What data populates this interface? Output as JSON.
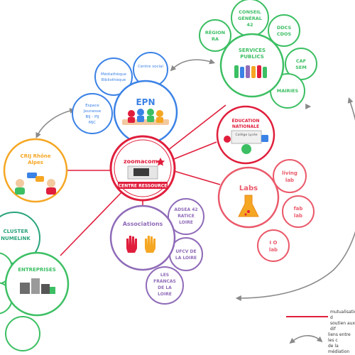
{
  "colors": {
    "red": "#e01e3c",
    "blue": "#3b82e6",
    "green": "#3cbf63",
    "orange": "#f5a623",
    "pink": "#ea5a6b",
    "gray": "#8a8a8a",
    "purple": "#8f6bb8",
    "teal": "#2aa37d"
  },
  "center": {
    "brand": "zoomacom",
    "label": "CENTRE RESSOURCE"
  },
  "epn": {
    "title": "EPN",
    "centre_social": "Centre social",
    "mediatheque_1": "Médiathèque",
    "mediatheque_2": "Bibliothèque",
    "espace_1": "Espace",
    "espace_2": "Jeunesse",
    "espace_3": "BIJ - PIJ",
    "espace_4": "MJC"
  },
  "services": {
    "title_1": "SERVICES",
    "title_2": "PUBLICS",
    "conseil_1": "CONSEIL",
    "conseil_2": "GÉNÉRAL",
    "conseil_3": "42",
    "region_1": "RÉGION",
    "region_2": "RA",
    "ddcs_1": "DDCS",
    "ddcs_2": "CDOS",
    "caf_1": "CAF",
    "caf_2": "SEM",
    "mairies": "MAIRIES"
  },
  "education": {
    "title_1": "ÉDUCATION",
    "title_2": "NATIONALE",
    "sub": "Collège Lycée"
  },
  "labs": {
    "title": "Labs",
    "living_1": "living",
    "living_2": "lab",
    "fab_1": "fab",
    "fab_2": "lab",
    "io_1": "I O",
    "io_2": "lab"
  },
  "associations": {
    "title": "Associations",
    "adsea_1": "ADSEA 42",
    "adsea_2": "RATICE",
    "adsea_3": "LOIRE",
    "ufcv_1": "UFCV DE",
    "ufcv_2": "LA LOIRE",
    "francas_1": "LES",
    "francas_2": "FRANCAS",
    "francas_3": "DE LA",
    "francas_4": "LOIRE"
  },
  "crij": {
    "title_1": "CRIJ Rhône",
    "title_2": "Alpes"
  },
  "cluster": {
    "title_1": "CLUSTER",
    "title_2": "NUMELINK",
    "entreprises": "ENTREPRISES"
  },
  "legend": {
    "mutualisation_1": "mutualisation d",
    "mutualisation_2": "soutien aux dif",
    "liens_1": "liens entre les c",
    "liens_2": "de la médiation"
  }
}
